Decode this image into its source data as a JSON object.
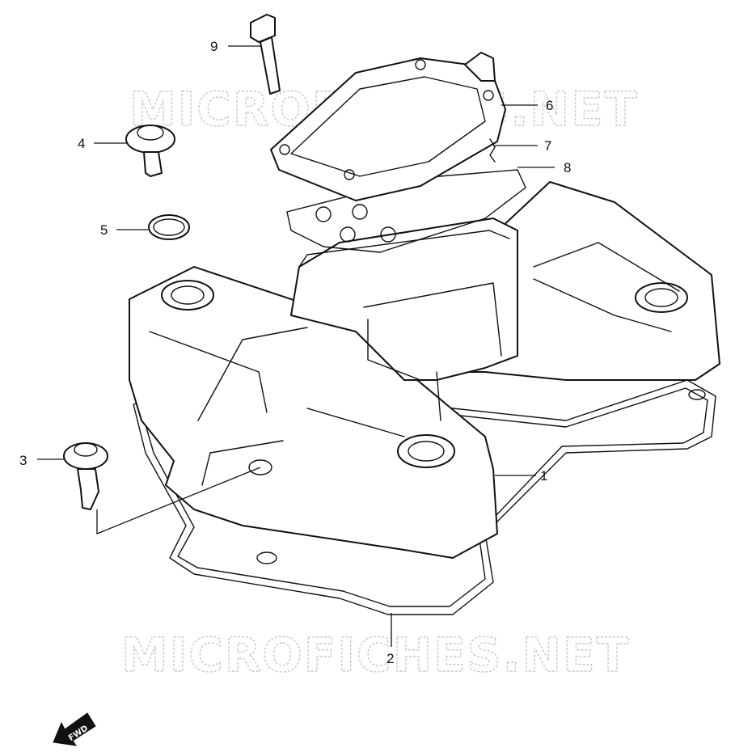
{
  "watermarks": [
    "MICROFICHES.NET",
    "MICROFICHES.NET"
  ],
  "fwd_label": "FWD",
  "callouts": [
    {
      "id": "1",
      "label": "1"
    },
    {
      "id": "2",
      "label": "2"
    },
    {
      "id": "3",
      "label": "3"
    },
    {
      "id": "4",
      "label": "4"
    },
    {
      "id": "5",
      "label": "5"
    },
    {
      "id": "6",
      "label": "6"
    },
    {
      "id": "7",
      "label": "7"
    },
    {
      "id": "8",
      "label": "8"
    },
    {
      "id": "9",
      "label": "9"
    }
  ]
}
